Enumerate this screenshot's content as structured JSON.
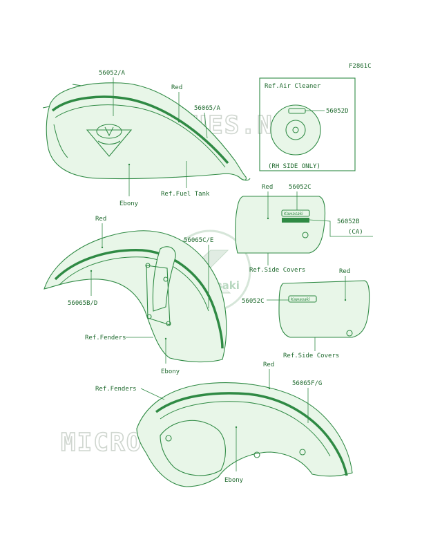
{
  "figure_code": "F2861C",
  "watermark": {
    "site": "MICROFICHES.NET",
    "brand": "Kawasaki"
  },
  "labels": {
    "p56052A": "56052/A",
    "red_tank": "Red",
    "p56065A": "56065/A",
    "ebony_tank": "Ebony",
    "ref_fuel_tank": "Ref.Fuel Tank",
    "ref_air_cleaner": "Ref.Air Cleaner",
    "p56052D": "56052D",
    "rh_side_only": "(RH SIDE ONLY)",
    "red_side_upper": "Red",
    "p56052C_upper": "56052C",
    "p56052B": "56052B",
    "ca": "(CA)",
    "ref_side_covers_upper": "Ref.Side Covers",
    "red_side_lower": "Red",
    "p56052C_lower": "56052C",
    "ref_side_covers_lower": "Ref.Side Covers",
    "red_front_fender": "Red",
    "p56065CE": "56065C/E",
    "p56065BD": "56065B/D",
    "ref_fenders_front": "Ref.Fenders",
    "ebony_front_fender": "Ebony",
    "red_rear_fender": "Red",
    "ref_fenders_rear": "Ref.Fenders",
    "p56065FG": "56065F/G",
    "ebony_rear_fender": "Ebony"
  },
  "decal_text": {
    "side_badge": "Kawasaki"
  },
  "colors": {
    "line": "#2f8a44",
    "fill": "#e8f6e8",
    "label": "#1f6a2e",
    "watermark": "#cfd6cf"
  }
}
